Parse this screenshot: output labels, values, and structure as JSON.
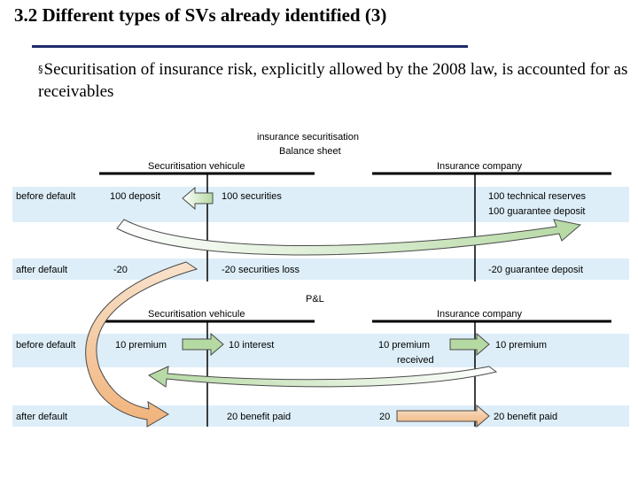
{
  "slide": {
    "title": "3.2 Different types of SVs already identified (3)",
    "bullet_marker": "§",
    "bullet_text": "Securitisation of insurance risk, explicitly allowed by the 2008 law, is accounted for as receivables"
  },
  "diagram": {
    "heading": "insurance securitisation",
    "balance_sheet_label": "Balance sheet",
    "pl_label": "P&L",
    "vehicle_label": "Securitisation vehicule",
    "company_label": "Insurance company",
    "balance": {
      "before_label": "before default",
      "before_vehicle_left": "100 deposit",
      "before_vehicle_right": "100 securities",
      "before_company_right_1": "100 technical reserves",
      "before_company_right_2": "100 guarantee deposit",
      "after_label": "after default",
      "after_vehicle_left": "-20",
      "after_vehicle_right": "-20 securities loss",
      "after_company_right": "-20 guarantee deposit"
    },
    "pl": {
      "before_label": "before default",
      "before_vehicle_left": "10 premium",
      "before_vehicle_right": "10 interest",
      "before_company_left_1": "10 premium",
      "before_company_left_2": "received",
      "before_company_right": "10 premium",
      "after_label": "after default",
      "after_vehicle_right": "20 benefit paid",
      "after_company_left": "20",
      "after_company_right": "20 benefit paid"
    },
    "colors": {
      "band": "#ddeef8",
      "arrow_green": "#b5d9a3",
      "arrow_orange": "#f4c79b",
      "arrow_outline": "#4a4a4a",
      "axis": "#000000"
    }
  }
}
